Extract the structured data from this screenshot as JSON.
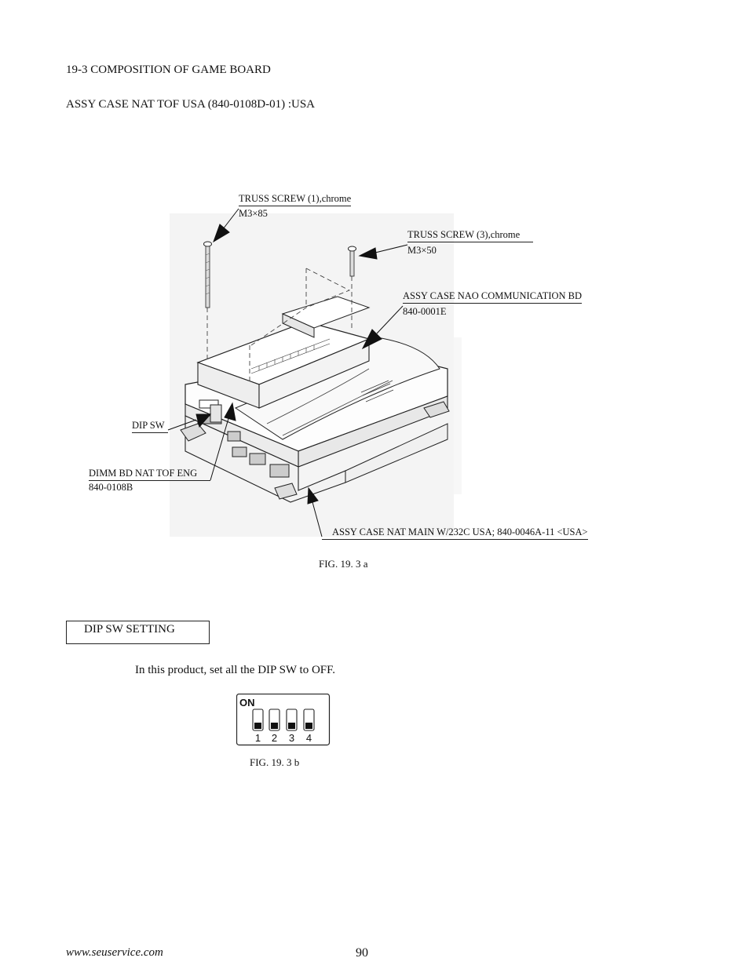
{
  "header": {
    "section_title": "19-3 COMPOSITION OF GAME BOARD",
    "assembly_title": "ASSY CASE NAT TOF USA (840-0108D-01) :USA"
  },
  "figure_a": {
    "labels": {
      "truss1_name": "TRUSS SCREW (1),chrome",
      "truss1_size": "M3×85",
      "truss3_name": "TRUSS SCREW (3),chrome",
      "truss3_size": "M3×50",
      "nao_name": "ASSY CASE NAO COMMUNICATION BD",
      "nao_part": "840-0001E",
      "dipsw": "DIP SW",
      "dimm_name": "DIMM BD NAT TOF ENG",
      "dimm_part": "840-0108B",
      "main_case": "ASSY CASE NAT MAIN W/232C USA; 840-0046A-11 <USA>"
    },
    "caption": "FIG. 19. 3 a"
  },
  "dip_section": {
    "heading": "DIP SW SETTING",
    "instruction": "In this product, set all the DIP SW to OFF.",
    "switch": {
      "on_label": "ON",
      "numbers": [
        "1",
        "2",
        "3",
        "4"
      ],
      "states": [
        "OFF",
        "OFF",
        "OFF",
        "OFF"
      ]
    },
    "caption": "FIG. 19. 3 b"
  },
  "footer": {
    "website": "www.seuservice.com",
    "page_number": "90"
  }
}
